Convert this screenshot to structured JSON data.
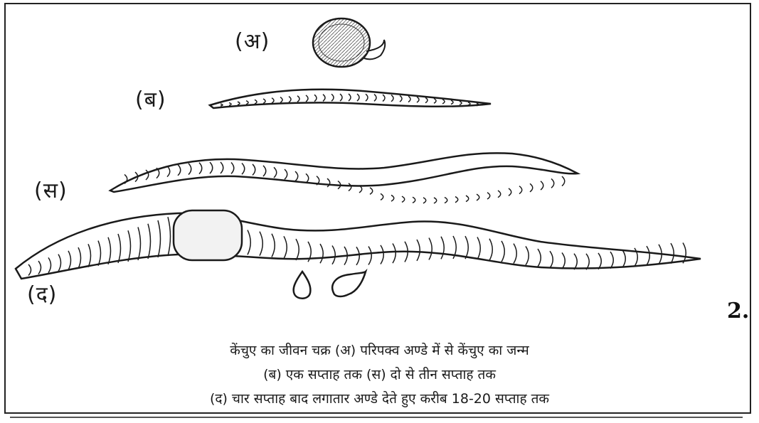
{
  "labels": {
    "a": "(अ)",
    "b": "(ब)",
    "c": "(स)",
    "d": "(द)"
  },
  "figure_number": "2.",
  "caption": {
    "line1": "केंचुए का जीवन चक्र (अ) परिपक्व अण्डे में से केंचुए का जन्म",
    "line2": "(ब) एक सप्ताह तक (स) दो से तीन सप्ताह तक",
    "line3": "(द) चार सप्ताह बाद लगातार अण्डे देते हुए करीब 18-20 सप्ताह तक"
  },
  "colors": {
    "ink": "#1a1a1a",
    "paper": "#ffffff"
  },
  "icons": [
    "egg-cocoon-icon",
    "worm-icon",
    "water-drop-icon",
    "leaf-cocoon-icon"
  ]
}
